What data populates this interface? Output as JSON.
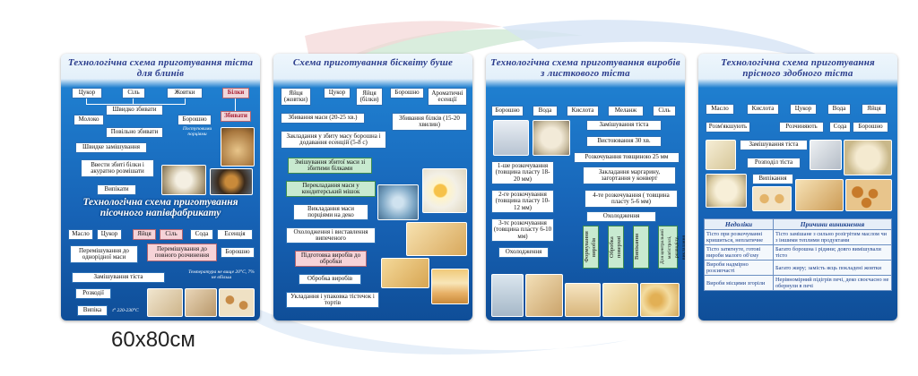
{
  "size_label": "60x80см",
  "poster1": {
    "title": "Технологічна схема приготування тіста для блинів",
    "ingredients": [
      "Цукор",
      "Сіль",
      "Жовтки"
    ],
    "whites": "Білки",
    "beat_strongly": "Швидко збивати",
    "milk": "Молоко",
    "flour": "Борошно",
    "beat_slowly": "Повільно збивати",
    "whisked": "Збивати",
    "gradual_note": "Поступовими порціями",
    "fast_mix": "Швидке замішування",
    "add_whites": "Ввести збиті білки і акуратно розмішати",
    "bake": "Випікати",
    "title2": "Технологічна схема приготування пісочного напівфабрикату",
    "ingredients2": [
      "Масло",
      "Цукор",
      "Яйця",
      "Сіль",
      "Сода",
      "Есенція"
    ],
    "mix_uniform": "Перемішування до однорідної маси",
    "mix_dissolve": "Перемішування до повного розчинення",
    "flour2": "Борошно",
    "dough_mix": "Замішування тіста",
    "temp_note": "Температура не вище 20°С, 7% не вбільш",
    "roll": "Розкодії",
    "bake2": "Випіка",
    "bake_temp": "t° 220-230°С"
  },
  "poster2": {
    "title": "Схема приготування бісквіту буше",
    "ingredients": [
      "Яйця (жовтки)",
      "Цукор",
      "Яйця (білки)",
      "Борошно",
      "Ароматичні есенції"
    ],
    "beat_mass": "Збивання маси (20-25 хв.)",
    "beat_whites": "Збивання білків (15-20 хвилин)",
    "fold": "Закладання у збиту масу борошна і додавання есенцій (5-8 с)",
    "mix_whites": "Змішування збитої маси зі збитими білками",
    "pastry_bag": "Перекладання маси у кондитерський мішок",
    "deposit": "Викладання маси порціями на деко",
    "cool": "Охолодження і виставлення випеченого",
    "prepare": "Підготовка виробів до обробки",
    "process": "Обробка виробів",
    "pack": "Укладання і упаковка тістечок і тортів"
  },
  "poster3": {
    "title": "Технологічна схема приготування виробів з листкового тіста",
    "ingredients": [
      "Борошно",
      "Вода",
      "Кислота",
      "Меланж",
      "Сіль"
    ],
    "dough_mix": "Замішування тіста",
    "rest": "Вистоювання 30 хв.",
    "roll25": "Розкочування товщиною 25 мм",
    "roll1": "1-ше розкочування (товщина пласту 18-20 мм)",
    "margarine": "Закладання маргарину, загортання у конверт",
    "roll2": "2-ге розкочування (товщина пласту 10-12 мм)",
    "roll4": "4-те розкочування ( товщина пласту 5-6 мм)",
    "roll3": "3-тє розкочування (товщина пласту 6-10 мм)",
    "cooling": "Охолодження",
    "cooling2": "Охолодження",
    "vertical": [
      "Формування виробів",
      "Обробка поверхні",
      "Випікання",
      "Для центральної магістралі, розподілу, викладання"
    ]
  },
  "poster4": {
    "title": "Технологічна схема приготування прісного здобного тіста",
    "ingredients": [
      "Масло",
      "Кислота",
      "Цукор",
      "Вода",
      "Яйця"
    ],
    "soften": "Розм'якшують",
    "dissolve": "Розчиняють",
    "soda": "Сода",
    "flour": "Борошно",
    "dough_mix": "Замішування тіста",
    "divide": "Розподіл тіста",
    "bake": "Випікання",
    "table_headers": [
      "Недоліки",
      "Причини виникнення"
    ],
    "table_rows": [
      [
        "Тісто при розкочуванні кришиться, неплатичне",
        "Тісто замішане з сильно розігрітим маслом чи з іншими теплими продуктами"
      ],
      [
        "Тісто затягнуте, готові вироби малого об'єму",
        "Багато борошна і рідини; довго вимішували тісто"
      ],
      [
        "Вироби надмірно розсипчасті",
        "Багато жиру; замість яєць покладені жовтки"
      ],
      [
        "Вироби місцями згоріли",
        "Нерівномірний підігрів печі, деко своєчасно не обернули в печі"
      ]
    ]
  }
}
